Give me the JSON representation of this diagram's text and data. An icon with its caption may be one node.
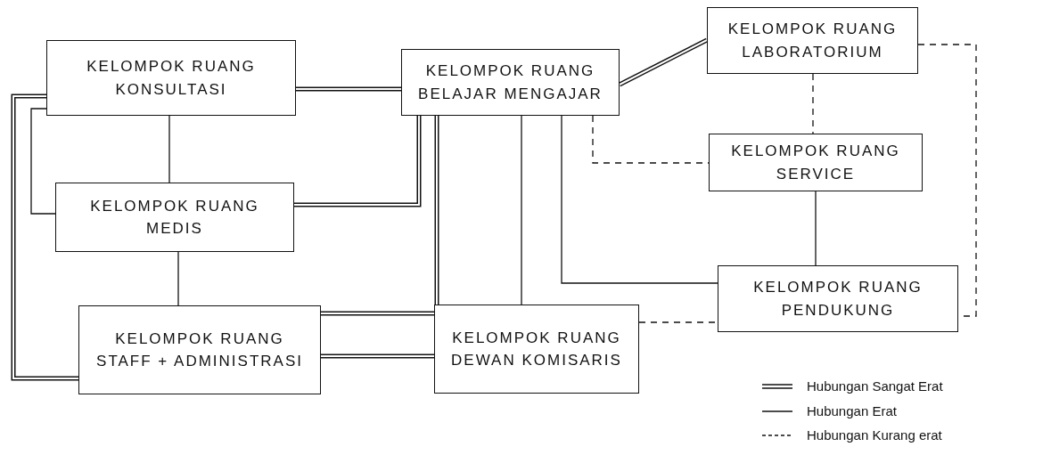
{
  "diagram": {
    "nodes": [
      {
        "text": [
          "KELOMPOK RUANG KONSULTASI"
        ]
      },
      {
        "text": [
          "KELOMPOK RUANG BELAJAR MENGAJAR"
        ]
      },
      {
        "text": [
          "KELOMPOK RUANG LABORATORIUM"
        ]
      },
      {
        "text": [
          "KELOMPOK RUANG MEDIS"
        ]
      },
      {
        "text": [
          "KELOMPOK RUANG SERVICE"
        ]
      },
      {
        "text": [
          "KELOMPOK RUANG STAFF + ADMINISTRASI"
        ]
      },
      {
        "text": [
          "KELOMPOK RUANG DEWAN KOMISARIS"
        ]
      },
      {
        "text": [
          "KELOMPOK RUANG PENDUKUNG"
        ]
      }
    ],
    "edges": [
      {
        "from": 0,
        "to": 1,
        "arrow": "none",
        "style": "thick"
      },
      {
        "from": 0,
        "to": 3,
        "arrow": "none"
      },
      {
        "from": 0,
        "to": 3,
        "arrow": "none"
      },
      {
        "from": 0,
        "to": 5,
        "arrow": "none",
        "style": "thick"
      },
      {
        "from": 1,
        "to": 3,
        "arrow": "none",
        "style": "thick"
      },
      {
        "from": 1,
        "to": 5,
        "arrow": "none",
        "style": "thick"
      },
      {
        "from": 1,
        "to": 6,
        "arrow": "none"
      },
      {
        "from": 1,
        "to": 7,
        "arrow": "none"
      },
      {
        "from": 1,
        "to": 4,
        "arrow": "none",
        "style": "dashed"
      },
      {
        "from": 1,
        "to": 2,
        "arrow": "none",
        "style": "thick"
      },
      {
        "from": 2,
        "to": 4,
        "arrow": "none",
        "style": "dashed"
      },
      {
        "from": 2,
        "to": 7,
        "arrow": "none",
        "style": "dashed"
      },
      {
        "from": 4,
        "to": 7,
        "arrow": "none"
      },
      {
        "from": 3,
        "to": 5,
        "arrow": "none"
      },
      {
        "from": 5,
        "to": 6,
        "arrow": "none",
        "style": "thick"
      },
      {
        "from": 6,
        "to": 7,
        "arrow": "none",
        "style": "dashed"
      }
    ],
    "legend": [
      {
        "text": "Hubungan Sangat Erat"
      },
      {
        "text": "Hubungan Erat"
      },
      {
        "text": "Hubungan Kurang erat"
      }
    ]
  }
}
